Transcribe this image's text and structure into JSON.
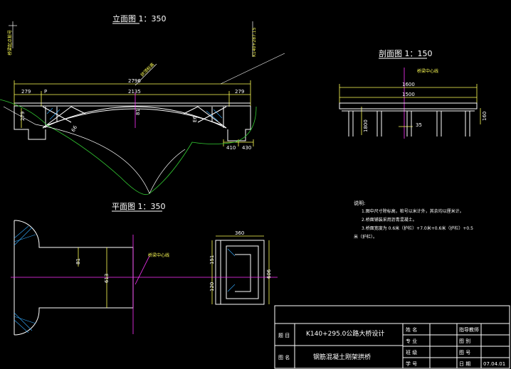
{
  "drawing": {
    "elevation_title": "立面图 1：350",
    "section_title": "剖面图 1：150",
    "plan_title": "平面图 1：350",
    "left_marker": "桥梁起点桩号",
    "right_marker": "K140+287.15",
    "crown_label": "拱顶标高",
    "section_label": "桥梁中心线",
    "plan_label": "桥梁中心线"
  },
  "dimensions": {
    "total_span": "2796",
    "left_span": "279",
    "main_span": "2135",
    "right_span": "279",
    "left_p": "P",
    "mid_small": "81",
    "left_h": "279",
    "left_dim": "66",
    "right_dim": "E6",
    "right_410": "410",
    "right_430": "430",
    "sec_1600": "1600",
    "sec_1500": "1500",
    "sec_35": "35",
    "sec_left": "1800",
    "sec_right": "160",
    "plan_81": "81",
    "plan_613": "613",
    "plan_360": "360",
    "plan_606": "606",
    "plan_151": "151",
    "plan_120": "120"
  },
  "notes": {
    "heading": "说明:",
    "items": [
      "1.图中尺寸除标高，桩号以米计外，其余均以厘米计。",
      "2.桥面铺装采用沥青混凝土。",
      "3.桥面宽度为 0.6米（护栏）+7.0米+0.6米（护栏）+0.5",
      "米（护栏）。"
    ]
  },
  "title_block": {
    "project_label": "题  目",
    "project_value": "K140+295.0公路大桥设计",
    "drawing_label": "图  名",
    "drawing_value": "钢筋混凝土刚架拱桥",
    "rows": [
      {
        "label": "姓  名",
        "right_label": "指导教师",
        "right_value": ""
      },
      {
        "label": "专  业",
        "right_label": "图  别",
        "right_value": ""
      },
      {
        "label": "班  级",
        "right_label": "图  号",
        "right_value": ""
      },
      {
        "label": "学  号",
        "right_label": "日  期",
        "right_value": "07.04.01"
      }
    ]
  },
  "colors": {
    "frame": "#ffffff",
    "bridge": "#ffffff",
    "dims": "#ffff55",
    "ground": "#33cc33",
    "centerline": "#ff33ff",
    "hatch": "#33aaff"
  }
}
